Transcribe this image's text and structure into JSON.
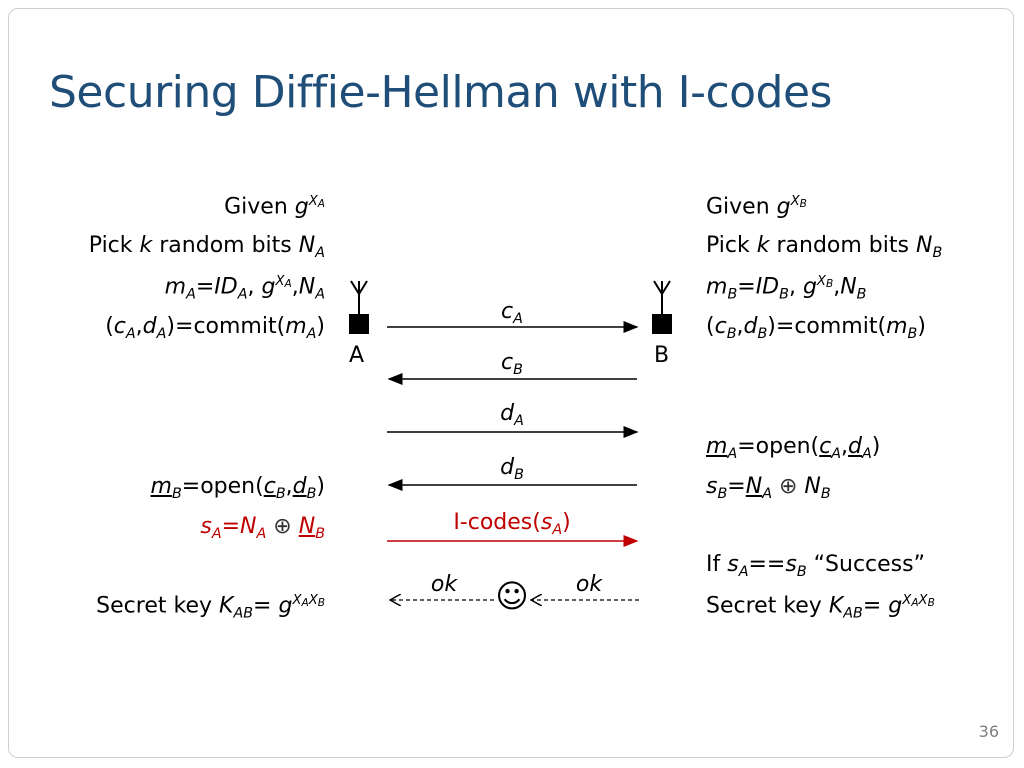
{
  "slide": {
    "title": "Securing Diffie-Hellman with I-codes",
    "page_number": "36"
  },
  "left": {
    "given": "Given g^{X_A}",
    "pick": "Pick k random bits N_A",
    "m": "m_A=ID_A, g^{X_A},N_A",
    "commit": "(c_A,d_A)=commit(m_A)",
    "open": "m_B=open(c_B,d_B)",
    "s": "s_A=N_A ⊕ N_B",
    "secret": "Secret key K_AB= g^{X_A X_B}"
  },
  "right": {
    "given": "Given g^{X_B}",
    "pick": "Pick k random bits N_B",
    "m": "m_B=ID_B, g^{X_B},N_B",
    "commit": "(c_B,d_B)=commit(m_B)",
    "open": "m_A=open(c_A,d_A)",
    "s": "s_B=N_A ⊕ N_B",
    "check": "If s_A==s_B “Success”",
    "secret": "Secret key K_AB= g^{X_A X_B}"
  },
  "parties": {
    "a_label": "A",
    "b_label": "B"
  },
  "messages": {
    "m1": "c_A",
    "m2": "c_B",
    "m3": "d_A",
    "m4": "d_B",
    "m5": "I-codes(s_A)",
    "ok_left": "ok",
    "ok_right": "ok",
    "smiley": "☺"
  },
  "colors": {
    "title": "#1f4e79",
    "icode": "#c00000",
    "text": "#000000",
    "page_number": "#7f7f7f"
  }
}
